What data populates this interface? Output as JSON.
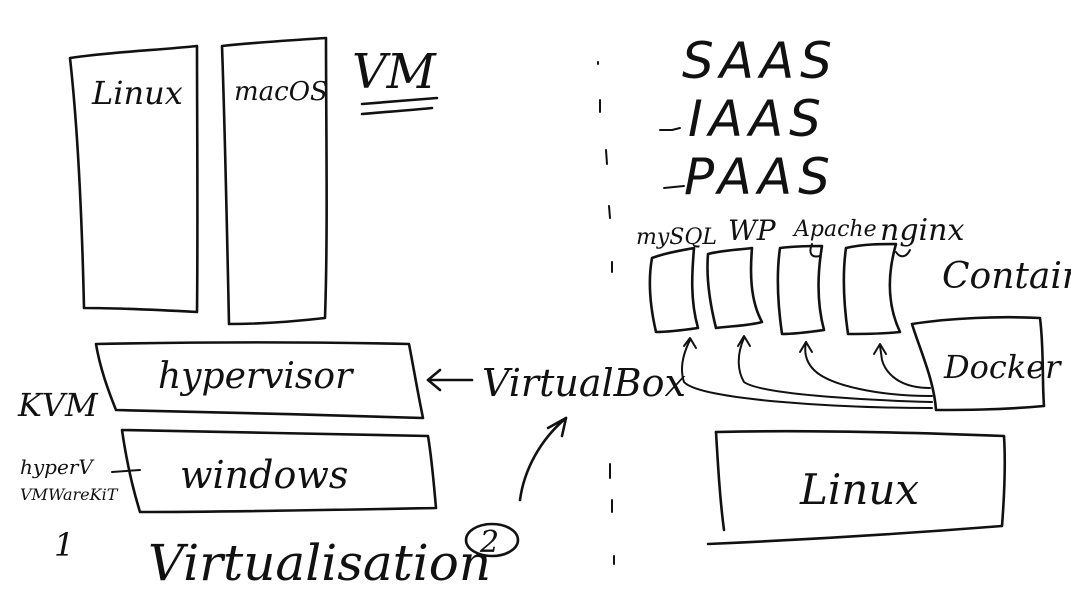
{
  "left": {
    "guest_os": [
      "Linux",
      "macOS"
    ],
    "vm_label": "VM",
    "hypervisor": "hypervisor",
    "host_os": "windows",
    "side_labels": [
      "KVM",
      "hyperV",
      "VMWareKiT"
    ],
    "marker_1": "1",
    "virtualbox": "VirtualBox",
    "footer": "Virtualisation"
  },
  "right": {
    "service_models": [
      "SAAS",
      "IAAS",
      "PAAS"
    ],
    "containers": [
      "mySQL",
      "WP",
      "Apache",
      "nginx"
    ],
    "containers_label": "Container",
    "engine": "Docker",
    "host_os": "Linux"
  },
  "marker_2": "2"
}
